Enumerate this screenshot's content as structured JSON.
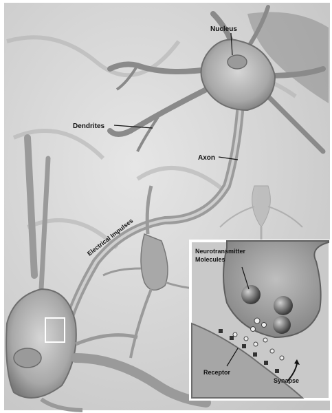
{
  "labels": {
    "nucleus": "Nucleus",
    "dendrites": "Dendrites",
    "axon": "Axon",
    "electrical_impulses": "Electrical Impulses",
    "neurotransmitter_line1": "Neurotransmitter",
    "neurotransmitter_line2": "Molecules",
    "receptor": "Receptor",
    "synapse": "Synapse"
  },
  "colors": {
    "background": "#ffffff",
    "tissue": "#d9d9d9",
    "cell": "#bdbdbd",
    "cell_dark": "#6e6e6e",
    "ink": "#111111",
    "inset_border": "#ffffff",
    "vesicle": "#5a5a5a"
  }
}
